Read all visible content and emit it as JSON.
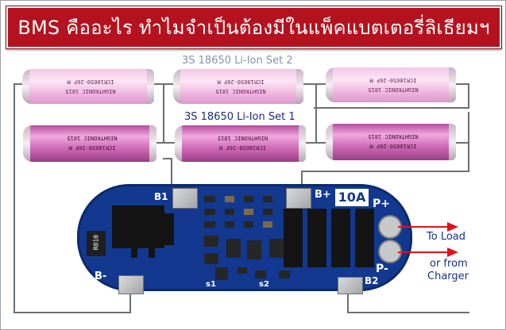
{
  "title": "BMS คืออะไร ทำไมจำเป็นต้องมีในแพ็คแบตเตอรี่ลิเธียมฯ",
  "sets": {
    "set2_label": "3S 18650 Li-Ion Set 2",
    "set1_label": "3S 18650 Li-Ion Set 1"
  },
  "cell_print": {
    "line1": "ICR18650-26F M",
    "line2": "NIGHTKONIC  1815"
  },
  "board": {
    "resistor": "R010",
    "current": "10A",
    "pads": [
      "B1",
      "B2",
      "B+",
      "B-"
    ],
    "marks": [
      "s1",
      "s2"
    ],
    "p_plus": "P+",
    "p_minus": "P-"
  },
  "outputs": {
    "to_load": "To Load",
    "or_from": "or from",
    "charger": "Charger"
  },
  "colors": {
    "banner": "#b3121e",
    "pcb": "#12398f",
    "arrow": "#e3121b"
  }
}
